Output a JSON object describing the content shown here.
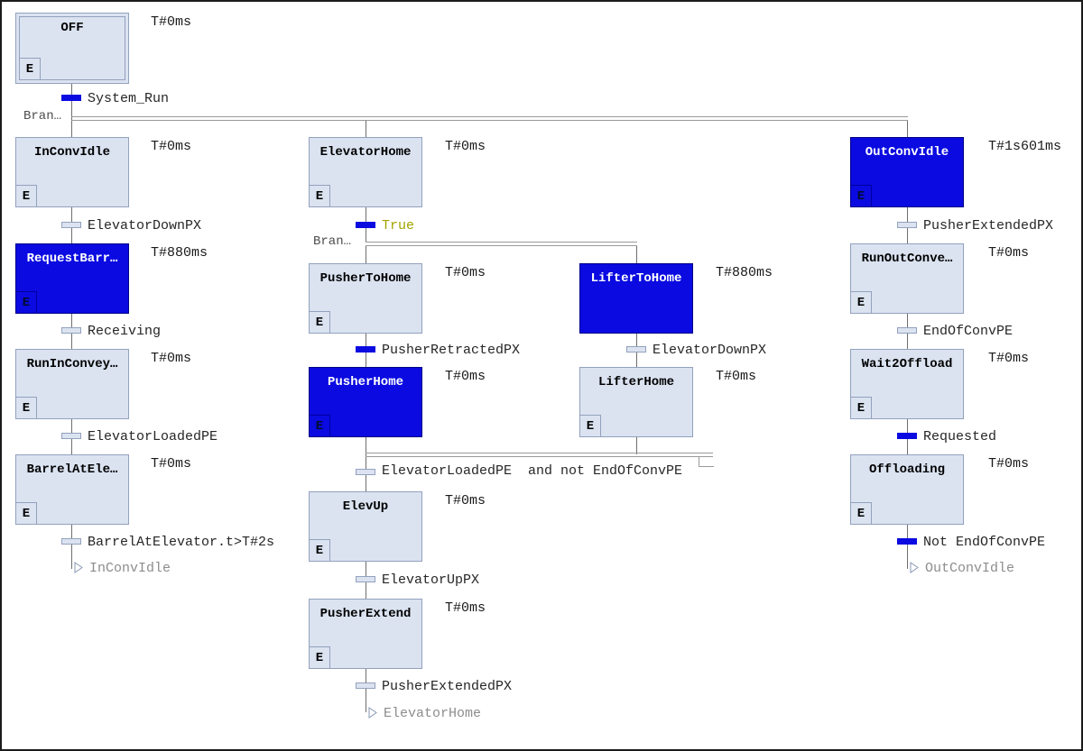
{
  "colors": {
    "active_step": "#0a0ae1",
    "step_fill": "#dbe3f1",
    "step_border": "#93a1bd",
    "line": "#6e6e6e",
    "rail": "#9a9a9a",
    "label_text": "#262626",
    "time_text": "#1a1a1a",
    "jump_text": "#8d8d8d",
    "true_text": "#a3a300",
    "screen_border": "#1b1b1b",
    "step_name_inactive": "#000000",
    "step_name_active": "#ffffff"
  },
  "diagram": {
    "branch_labels": [
      "Bran…",
      "Bran…"
    ],
    "steps": [
      {
        "name": "OFF",
        "qualifier": "E",
        "time": "T#0ms",
        "state": "initial"
      },
      {
        "name": "InConvIdle",
        "qualifier": "E",
        "time": "T#0ms",
        "state": "inactive"
      },
      {
        "name": "RequestBarr…",
        "qualifier": "E",
        "time": "T#880ms",
        "state": "active"
      },
      {
        "name": "RunInConvey…",
        "qualifier": "E",
        "time": "T#0ms",
        "state": "inactive"
      },
      {
        "name": "BarrelAtEle…",
        "qualifier": "E",
        "time": "T#0ms",
        "state": "inactive"
      },
      {
        "name": "ElevatorHome",
        "qualifier": "E",
        "time": "T#0ms",
        "state": "inactive"
      },
      {
        "name": "PusherToHome",
        "qualifier": "E",
        "time": "T#0ms",
        "state": "inactive"
      },
      {
        "name": "PusherHome",
        "qualifier": "E",
        "time": "T#0ms",
        "state": "active"
      },
      {
        "name": "LifterToHome",
        "time": "T#880ms",
        "state": "active"
      },
      {
        "name": "LifterHome",
        "qualifier": "E",
        "time": "T#0ms",
        "state": "inactive"
      },
      {
        "name": "ElevUp",
        "qualifier": "E",
        "time": "T#0ms",
        "state": "inactive"
      },
      {
        "name": "PusherExtend",
        "qualifier": "E",
        "time": "T#0ms",
        "state": "inactive"
      },
      {
        "name": "OutConvIdle",
        "qualifier": "E",
        "time": "T#1s601ms",
        "state": "active"
      },
      {
        "name": "RunOutConve…",
        "qualifier": "E",
        "time": "T#0ms",
        "state": "inactive"
      },
      {
        "name": "Wait2Offload",
        "qualifier": "E",
        "time": "T#0ms",
        "state": "inactive"
      },
      {
        "name": "Offloading",
        "qualifier": "E",
        "time": "T#0ms",
        "state": "inactive"
      }
    ],
    "transitions": [
      {
        "label": "System_Run",
        "active": true
      },
      {
        "label": "ElevatorDownPX",
        "active": false
      },
      {
        "label": "Receiving",
        "active": false
      },
      {
        "label": "ElevatorLoadedPE",
        "active": false
      },
      {
        "label": "BarrelAtElevator.t>T#2s",
        "active": false
      },
      {
        "label": "True",
        "active": true
      },
      {
        "label": "PusherRetractedPX",
        "active": true
      },
      {
        "label": "ElevatorDownPX",
        "active": false
      },
      {
        "label": "ElevatorLoadedPE  and not EndOfConvPE",
        "active": false
      },
      {
        "label": "ElevatorUpPX",
        "active": false
      },
      {
        "label": "PusherExtendedPX",
        "active": false
      },
      {
        "label": "PusherExtendedPX",
        "active": false
      },
      {
        "label": "EndOfConvPE",
        "active": false
      },
      {
        "label": "Requested",
        "active": true
      },
      {
        "label": "Not EndOfConvPE",
        "active": true
      }
    ],
    "jumps": [
      {
        "target": "InConvIdle"
      },
      {
        "target": "ElevatorHome"
      },
      {
        "target": "OutConvIdle"
      }
    ]
  }
}
